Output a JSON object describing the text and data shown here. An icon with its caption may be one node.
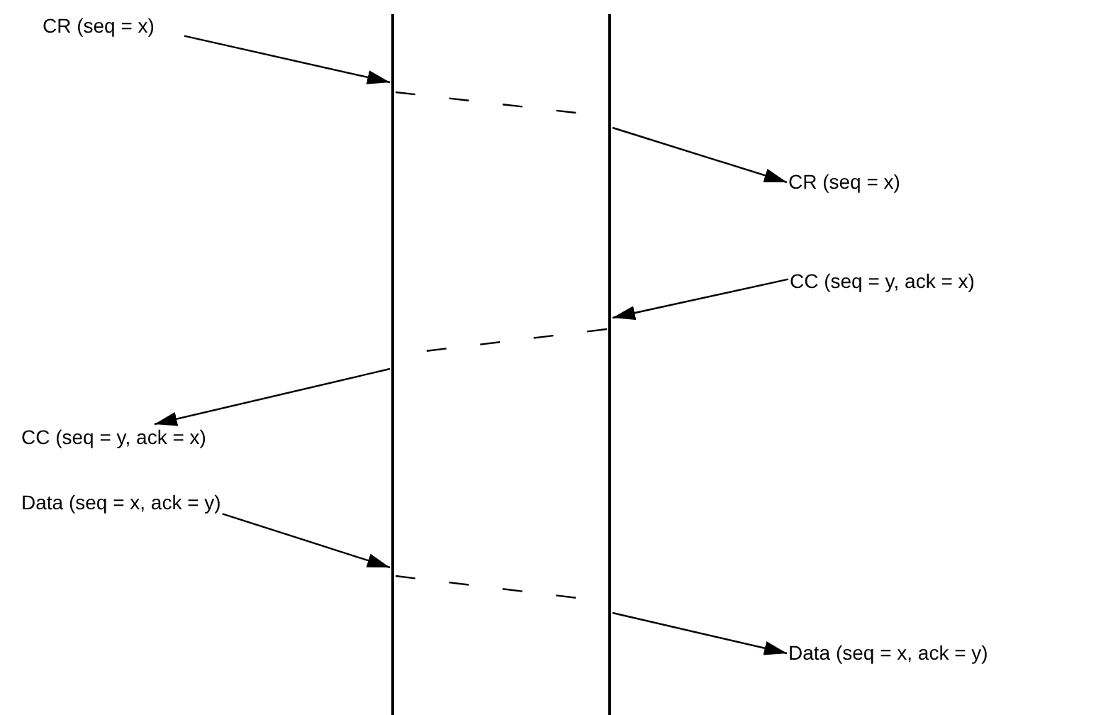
{
  "diagram": {
    "nodes": [
      {
        "text": [],
        "shape": "bar"
      },
      {
        "text": [],
        "shape": "bar"
      },
      {
        "text": [
          "CR (seq = x)"
        ]
      },
      {
        "text": [
          "CR (seq = x)"
        ]
      },
      {
        "text": [
          "CC (seq = y, ack = x)"
        ]
      },
      {
        "text": [
          "CC (seq = y, ack = x)"
        ]
      },
      {
        "text": [
          "Data (seq = x, ack = y)"
        ]
      },
      {
        "text": [
          "Data (seq = x, ack = y)"
        ]
      }
    ],
    "edges": [
      {
        "from": 2,
        "to": 0,
        "arrow": "to"
      },
      {
        "from": 0,
        "to": 1,
        "arrow": "none",
        "style": "dashed"
      },
      {
        "from": 1,
        "to": 3,
        "arrow": "to"
      },
      {
        "from": 4,
        "to": 1,
        "arrow": "to"
      },
      {
        "from": 1,
        "to": 0,
        "arrow": "none",
        "style": "dashed"
      },
      {
        "from": 0,
        "to": 5,
        "arrow": "to"
      },
      {
        "from": 6,
        "to": 0,
        "arrow": "to"
      },
      {
        "from": 0,
        "to": 1,
        "arrow": "none",
        "style": "dashed"
      },
      {
        "from": 1,
        "to": 7,
        "arrow": "to"
      }
    ]
  }
}
